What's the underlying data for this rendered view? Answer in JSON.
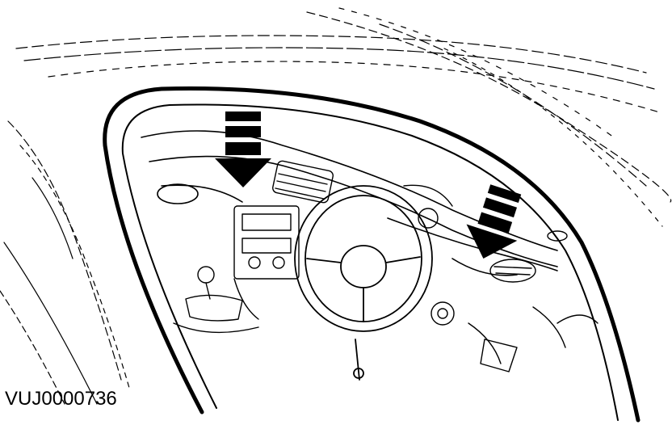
{
  "figure": {
    "code": "VUJ0000736"
  },
  "colors": {
    "line": "#000000",
    "background": "#ffffff"
  },
  "callouts": [
    {
      "name": "arrow-down-center",
      "icon": "down-arrow-icon",
      "direction": "down"
    },
    {
      "name": "arrow-diagonal-right",
      "icon": "down-left-arrow-icon",
      "direction": "down-left"
    }
  ]
}
